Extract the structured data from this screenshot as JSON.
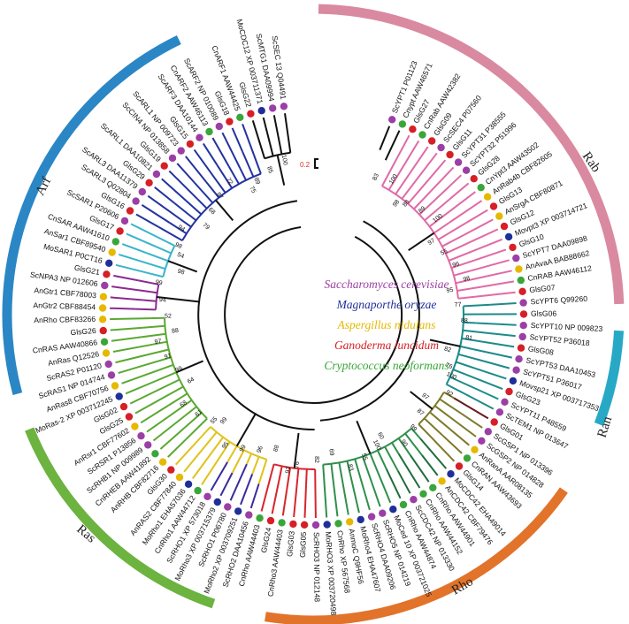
{
  "families": [
    {
      "name": "Arf",
      "color": "#2b86c5"
    },
    {
      "name": "Rab",
      "color": "#d98aa0"
    },
    {
      "name": "Ran",
      "color": "#27a9c6"
    },
    {
      "name": "Rho",
      "color": "#e2732a"
    },
    {
      "name": "Ras",
      "color": "#6cb33f"
    }
  ],
  "species_legend": [
    {
      "name": "Saccharomyces cerevisiae",
      "color": "#9b3fa6"
    },
    {
      "name": "Magnaporthe oryzae",
      "color": "#1f2f9a"
    },
    {
      "name": "Aspergillus nidulans",
      "color": "#e6b800"
    },
    {
      "name": "Ganoderma luncidum",
      "color": "#d61f26"
    },
    {
      "name": "Cryptococcus neoformans",
      "color": "#3aa63a"
    }
  ],
  "scale_label": "0.2",
  "tips": [
    "ScSEC 13 Q04491",
    "ScMTG1 DAA09994",
    "MoCDC12 XP 003711371",
    "GlsG22",
    "CnARF1 AAW44425",
    "GlsG18",
    "ScARF2 NP 010089",
    "CnARF2 AAW46113",
    "ScARF3 DAA10144",
    "GlsG15",
    "ScARL1 NP 009723",
    "ScCIN4 NP 013858",
    "GlsG19",
    "ScARL1 DAA10821",
    "GlsG29",
    "ScARL3 DAA11379",
    "ScARL3 Q02804",
    "GlsG16",
    "ScSAR1 P20606",
    "GlsG17",
    "CnSAR AAW41610",
    "AnSar1 CBF89540",
    "MoSAR1 P0CT16",
    "GlsG21",
    "ScNPA3 NP 012606",
    "AnGtr1 CBF78003",
    "AnGtr2 CBF88454",
    "AnRho CBF83266",
    "GlsG26",
    "CnRAS AAW40866",
    "AnRas Q12526",
    "ScRAS2 P01120",
    "ScRAS1 NP 014744",
    "AnRas8 CBF70756",
    "MoRas-2 XP 003712245",
    "GlsG02",
    "GlsG25",
    "AnRsr1 CBF77602",
    "ScRSR1 P13856",
    "ScRHB1 NP 009989",
    "CnRHEB AAW41892",
    "AnRHB CBF82716",
    "GlsG30",
    "AnRAS2 CBF77840",
    "MoRho1 EHA57036",
    "CnRho1 AAW44712",
    "ScRHO1 XP 573018",
    "MoRho3 XP 003715379",
    "ScRHO1 P06780",
    "MoRho2 XP 003709251",
    "ScRHO2 DAA10456",
    "CnRho AAW44403",
    "GlsG24",
    "CnRho3 AAW44403",
    "GlsG03",
    "GlsG05",
    "ScRHO3 NP 012148",
    "MoRHO3 XP 003720498",
    "CnRho XP 567568",
    "AnmoC Q9HF56",
    "MoRho4 EHA47607",
    "ScRHO4 DAA09206",
    "ScRHO5 NP 014219",
    "MoCed 10 XP 003721025",
    "CnRho AAW44874",
    "ScCDC42 NP 013330",
    "CnRho AAW44152",
    "CnRho AAW44901",
    "AnCDC42 CBF79476",
    "MoCDC42 EHA49014",
    "GlsG14",
    "CnRAN AAW43693",
    "AnRanA AAR08135",
    "ScGSP2 NP 014828",
    "ScGSP1 NP 013396",
    "GlsG01",
    "ScTEM1 NP 013647",
    "ScYPT11 P48559",
    "GlsG23",
    "Movsp21 XP 003717353",
    "ScYPT51 P36017",
    "ScYPT53 DAA10453",
    "GlsG08",
    "ScYPT52 P36018",
    "ScYPT10 NP 009823",
    "GlsG06",
    "ScYPT6 Q99260",
    "GlsG07",
    "CnRAB AAW46112",
    "AnAvaA BAB88662",
    "ScYPT7 DAA09898",
    "GlsG10",
    "Movpt3 XP 003714721",
    "GlsG12",
    "AnSrgA CBF80871",
    "GlsG13",
    "AnRab4b CBF82605",
    "CnYpt3 AAW43502",
    "GlsG28",
    "ScYPT32 P51996",
    "ScYPT31 P38555",
    "GlsG11",
    "ScSEC4 P07560",
    "GlsG09",
    "CnRab AAW42382",
    "GlsG27",
    "Cnypt AAW46571",
    "ScYPT1 P01123"
  ],
  "bootstrap": [
    "100",
    "85",
    "89",
    "75",
    "72",
    "87",
    "68",
    "79",
    "94",
    "98",
    "54",
    "98",
    "99",
    "94",
    "52",
    "88",
    "97",
    "91",
    "99",
    "64",
    "68",
    "61",
    "55",
    "99",
    "95",
    "99",
    "96",
    "88",
    "92",
    "76",
    "82",
    "69",
    "83",
    "55",
    "100",
    "60",
    "90",
    "99",
    "87",
    "97",
    "92",
    "100",
    "76",
    "82",
    "81",
    "88",
    "77",
    "95",
    "98",
    "96",
    "55",
    "97",
    "100",
    "89",
    "88",
    "98",
    "100",
    "83"
  ]
}
